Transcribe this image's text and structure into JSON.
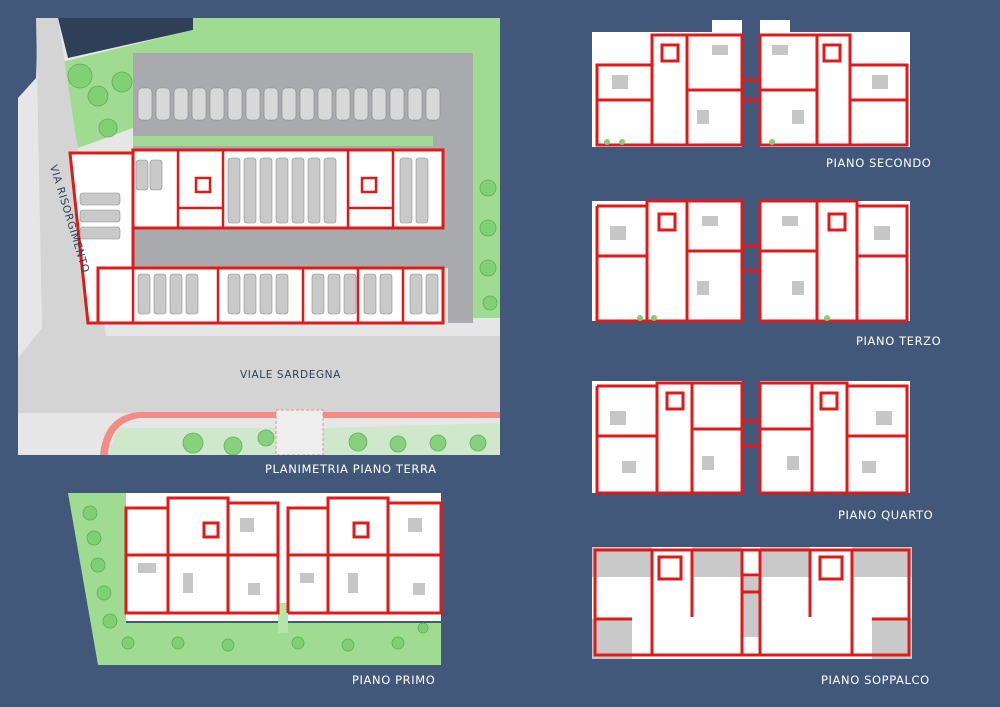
{
  "labels": {
    "ground_floor": "PLANIMETRIA PIANO TERRA",
    "first_floor": "PIANO PRIMO",
    "second_floor": "PIANO SECONDO",
    "third_floor": "PIANO TERZO",
    "fourth_floor": "PIANO QUARTO",
    "mezzanine": "PIANO SOPPALCO"
  },
  "streets": {
    "via_risorgimento": "VIA RISORGIMENTO",
    "viale_sardegna": "VIALE SARDEGNA"
  },
  "colors": {
    "background": "#41587a",
    "walls": "#e01a1a",
    "green": "#9fdc92",
    "road": "#d4d4d4",
    "parking": "#a9aaad",
    "path": "#f28c86"
  }
}
